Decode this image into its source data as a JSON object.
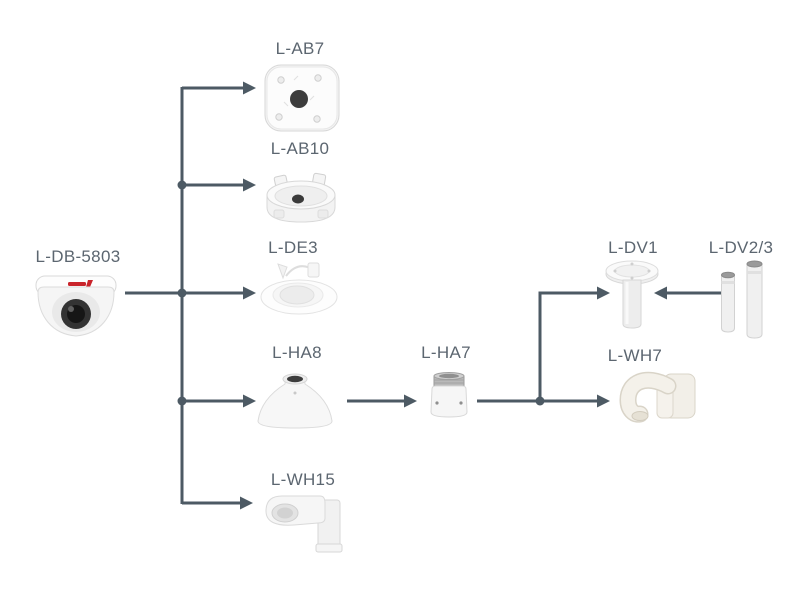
{
  "diagram": {
    "type": "camera-accessory-compatibility-tree",
    "camera": {
      "id": "L-DB-5803",
      "label": "L-DB-5803"
    },
    "accessories": [
      {
        "id": "L-AB7",
        "label": "L-AB7"
      },
      {
        "id": "L-AB10",
        "label": "L-AB10"
      },
      {
        "id": "L-DE3",
        "label": "L-DE3"
      },
      {
        "id": "L-HA8",
        "label": "L-HA8"
      },
      {
        "id": "L-WH15",
        "label": "L-WH15"
      },
      {
        "id": "L-HA7",
        "label": "L-HA7"
      },
      {
        "id": "L-DV1",
        "label": "L-DV1"
      },
      {
        "id": "L-DV2/3",
        "label": "L-DV2/3"
      },
      {
        "id": "L-WH7",
        "label": "L-WH7"
      }
    ],
    "connections": [
      {
        "from": "L-DB-5803",
        "to": "L-AB7"
      },
      {
        "from": "L-DB-5803",
        "to": "L-AB10"
      },
      {
        "from": "L-DB-5803",
        "to": "L-DE3"
      },
      {
        "from": "L-DB-5803",
        "to": "L-HA8"
      },
      {
        "from": "L-DB-5803",
        "to": "L-WH15"
      },
      {
        "from": "L-HA8",
        "to": "L-HA7"
      },
      {
        "from": "L-HA7",
        "to": "L-DV1"
      },
      {
        "from": "L-HA7",
        "to": "L-WH7"
      },
      {
        "from": "L-DV2/3",
        "to": "L-DV1"
      }
    ]
  },
  "colors": {
    "background": "#ffffff",
    "connector": "#4d5a64",
    "label_text": "#5c6670",
    "camera_logo": "#c9242b"
  }
}
